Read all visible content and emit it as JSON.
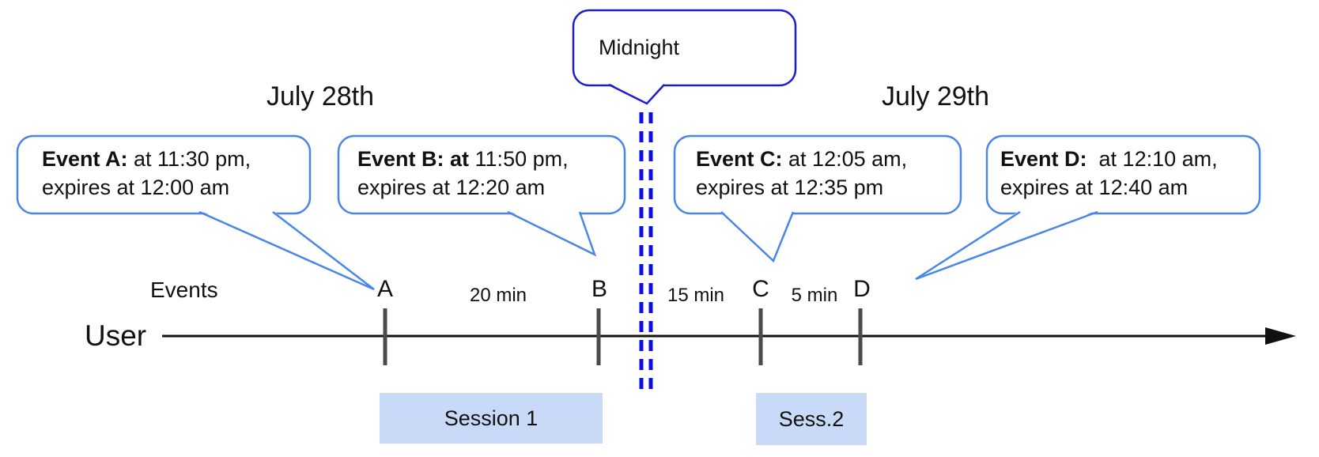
{
  "dates": {
    "left": "July 28th",
    "right": "July 29th"
  },
  "midnight_callout": {
    "label": "Midnight"
  },
  "event_callouts": [
    {
      "title": "Event A:",
      "detail_line1": " at 11:30 pm,",
      "detail_line2": "expires at 12:00 am"
    },
    {
      "title": "Event B: at",
      "detail_line1": " 11:50 pm,",
      "detail_line2": "expires at 12:20 am"
    },
    {
      "title": "Event C:",
      "detail_line1": " at 12:05 am,",
      "detail_line2": "expires at 12:35 pm"
    },
    {
      "title": "Event D:",
      "detail_line1": "  at 12:10 am,",
      "detail_line2": "expires at 12:40 am"
    }
  ],
  "timeline": {
    "events_label": "Events",
    "user_label": "User",
    "tick_labels": [
      "A",
      "B",
      "C",
      "D"
    ],
    "interval_labels": [
      "20 min",
      "15 min",
      "5 min"
    ]
  },
  "sessions": [
    {
      "label": "Session 1"
    },
    {
      "label": "Sess.2"
    }
  ],
  "colors": {
    "event_callout_border": "#4a86e8",
    "midnight_callout_border": "#1d1dcf",
    "midnight_dashed_line": "#0d0de6",
    "session_fill": "#c9daf8",
    "tick": "#4a4a4a",
    "axis": "#111111"
  }
}
